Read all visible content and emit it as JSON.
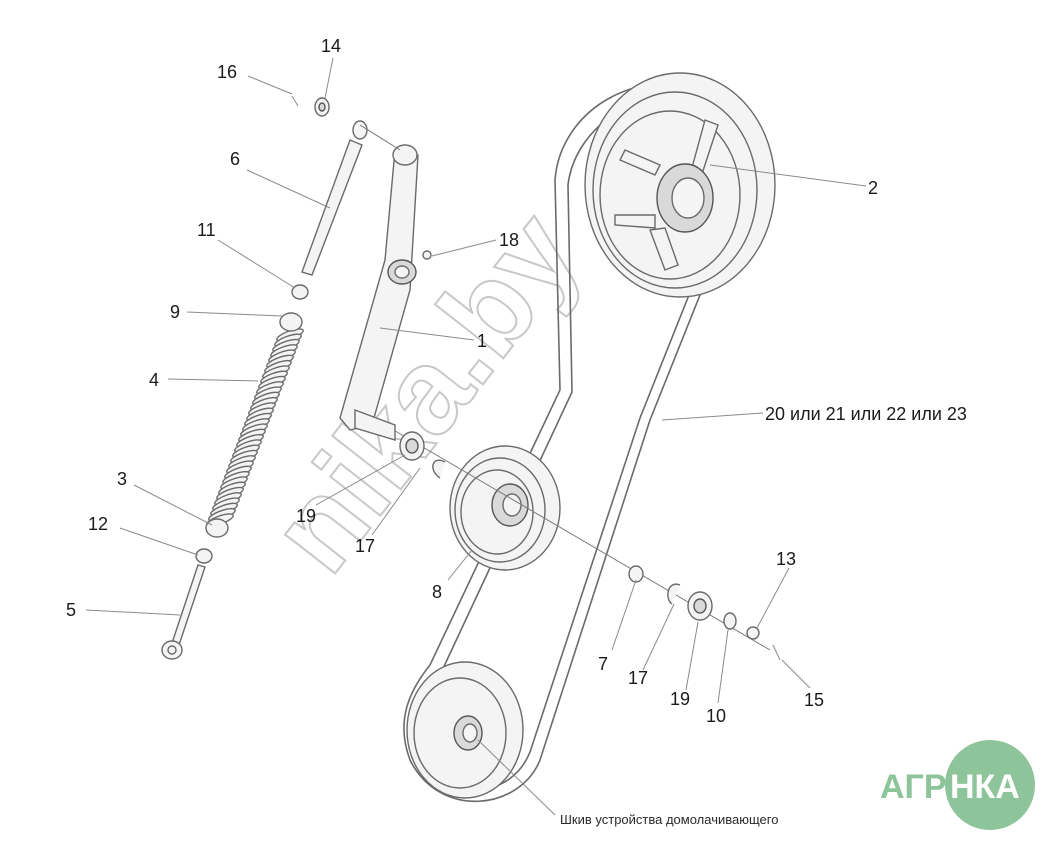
{
  "callouts": [
    {
      "id": "1",
      "label": "1"
    },
    {
      "id": "2",
      "label": "2"
    },
    {
      "id": "3",
      "label": "3"
    },
    {
      "id": "4",
      "label": "4"
    },
    {
      "id": "5",
      "label": "5"
    },
    {
      "id": "6",
      "label": "6"
    },
    {
      "id": "7",
      "label": "7"
    },
    {
      "id": "8",
      "label": "8"
    },
    {
      "id": "9",
      "label": "9"
    },
    {
      "id": "10",
      "label": "10"
    },
    {
      "id": "11",
      "label": "11"
    },
    {
      "id": "12",
      "label": "12"
    },
    {
      "id": "13",
      "label": "13"
    },
    {
      "id": "14",
      "label": "14"
    },
    {
      "id": "15",
      "label": "15"
    },
    {
      "id": "16",
      "label": "16"
    },
    {
      "id": "17a",
      "label": "17"
    },
    {
      "id": "17b",
      "label": "17"
    },
    {
      "id": "18",
      "label": "18"
    },
    {
      "id": "19a",
      "label": "19"
    },
    {
      "id": "19b",
      "label": "19"
    },
    {
      "id": "belt",
      "label": "20 или 21 или 22 или 23"
    }
  ],
  "caption": "Шкив устройства домолачивающего",
  "watermark": "nika.by",
  "logo": {
    "left": "АГРО",
    "right": "НКА"
  },
  "colors": {
    "line": "#6a6a6a",
    "logo": "#8ec49a"
  }
}
